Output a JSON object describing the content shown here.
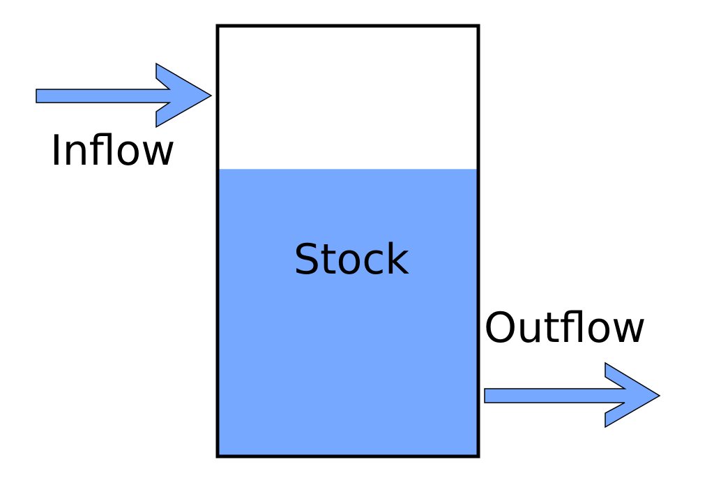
{
  "diagram": {
    "type": "stock-and-flow",
    "stock": {
      "label": "Stock",
      "fill_level": 0.67
    },
    "inflow": {
      "label": "Inflow",
      "direction": "into stock"
    },
    "outflow": {
      "label": "Outflow",
      "direction": "out of stock"
    }
  },
  "colors": {
    "fill": "#77a8ff",
    "stroke": "#000000",
    "background": "#ffffff"
  }
}
